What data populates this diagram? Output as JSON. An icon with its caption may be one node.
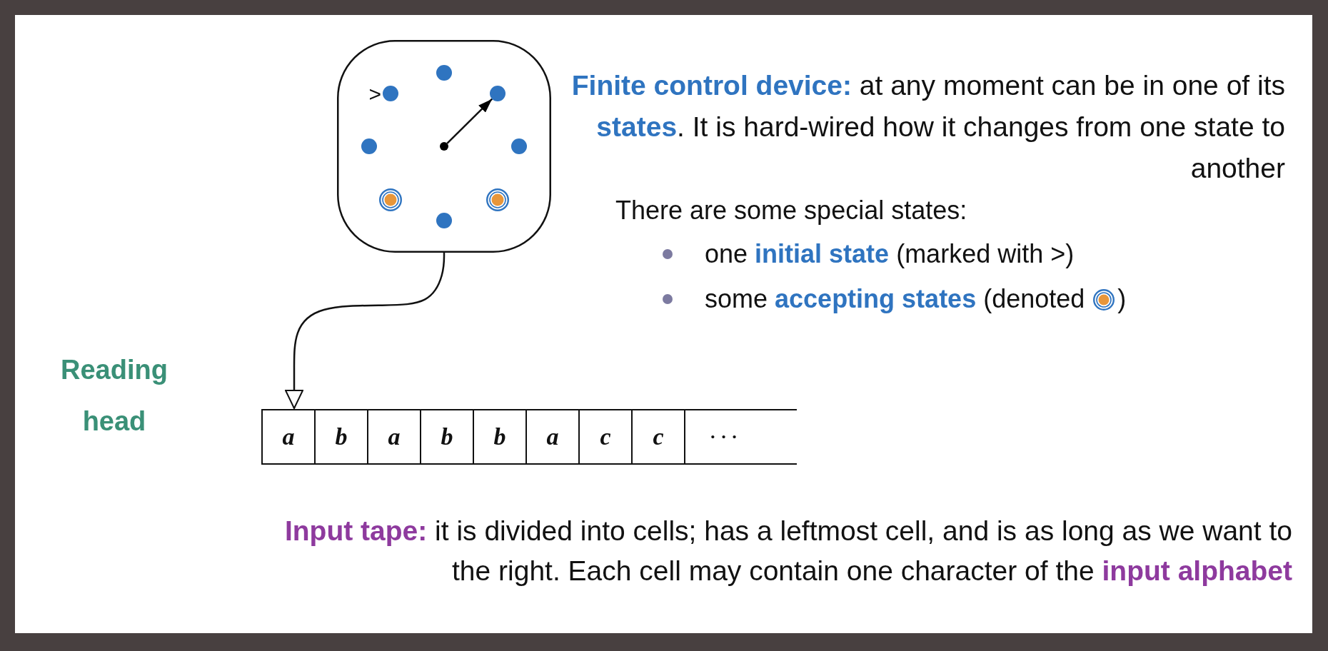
{
  "diagram": {
    "nodes": [
      {
        "text": [],
        "shape": "box"
      },
      {
        "text": [],
        "shape": "circle",
        "in": 0
      },
      {
        "text": [],
        "shape": "circle",
        "in": 0
      },
      {
        "text": [],
        "shape": "circle",
        "in": 0
      },
      {
        "text": [],
        "shape": "circle",
        "in": 0
      },
      {
        "text": [],
        "shape": "dot",
        "in": 0
      },
      {
        "text": [],
        "shape": "circle",
        "in": 0
      },
      {
        "text": [],
        "shape": "bullseye",
        "in": 0
      },
      {
        "text": [],
        "shape": "bullseye",
        "in": 0
      },
      {
        "text": [],
        "shape": "circle",
        "in": 0
      },
      {
        "text": [
          "a"
        ]
      },
      {
        "text": [
          "b"
        ]
      },
      {
        "text": [
          "a"
        ]
      },
      {
        "text": [
          "b"
        ]
      },
      {
        "text": [
          "b"
        ]
      },
      {
        "text": [
          "a"
        ]
      },
      {
        "text": [
          "c"
        ]
      },
      {
        "text": [
          "c"
        ]
      },
      {
        "text": [
          "· · ·"
        ]
      }
    ],
    "edges": [
      {
        "from": 0,
        "to": 10,
        "arrow": "to"
      },
      {
        "from": 5,
        "to": 3,
        "arrow": "to"
      }
    ],
    "labels": [
      ">",
      "**Finite control device:** at any moment can be in one of its **states**. It is hard-wired how it changes from one state to another",
      "There are some special states:",
      "one **initial state** (marked with >)",
      "some **accepting states** (denoted",
      ")",
      "Reading head",
      "**Input tape:** it is divided into cells; has a leftmost cell, and is as long as we want to the right. Each cell may contain one character of the **input alphabet**"
    ]
  }
}
